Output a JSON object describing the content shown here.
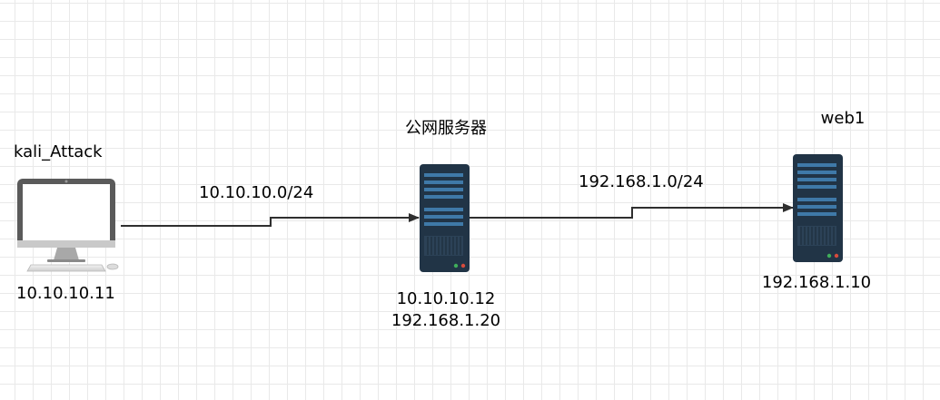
{
  "nodes": {
    "attacker": {
      "name": "kali_Attack",
      "ip": "10.10.10.11",
      "icon": "monitor-icon"
    },
    "public_server": {
      "name": "公网服务器",
      "ip_1": "10.10.10.12",
      "ip_2": "192.168.1.20",
      "icon": "server-icon"
    },
    "web1": {
      "name": "web1",
      "ip": "192.168.1.10",
      "icon": "server-icon"
    }
  },
  "links": {
    "attacker_to_server": {
      "subnet": "10.10.10.0/24"
    },
    "server_to_web1": {
      "subnet": "192.168.1.0/24"
    }
  },
  "colors": {
    "server_body": "#213446",
    "server_slot": "#3f79a8",
    "line": "#2f2f2f",
    "monitor_frame": "#5a5a5a",
    "grid": "#e9e9e9"
  }
}
